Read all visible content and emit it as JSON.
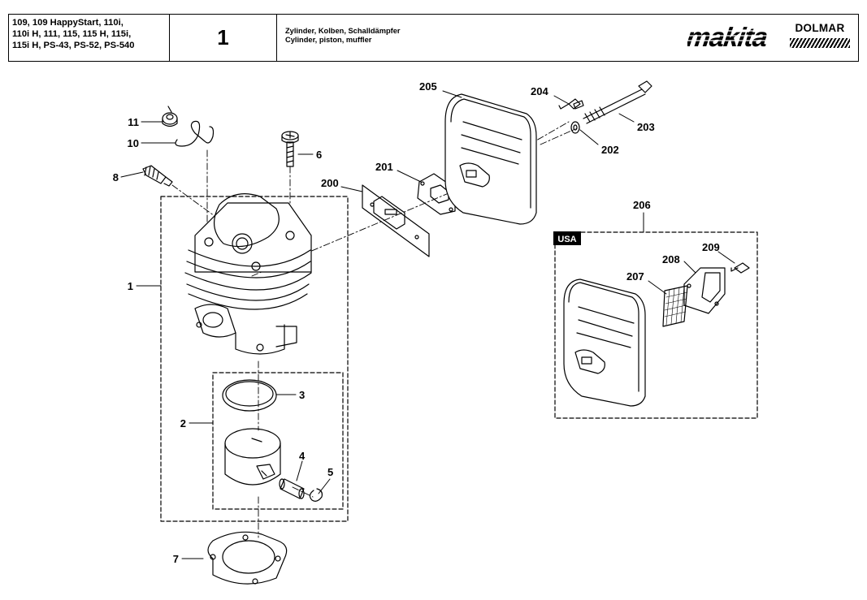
{
  "header": {
    "models": [
      "109, 109 HappyStart, 110i,",
      "110i H, 111, 115, 115 H, 115i,",
      "115i H, PS-43, PS-52, PS-540"
    ],
    "page_number": "1",
    "title_de": "Zylinder, Kolben, Schalldämpfer",
    "title_en": "Cylinder, piston, muffler",
    "brand_primary": "makita",
    "brand_secondary": "DOLMAR"
  },
  "diagram": {
    "variant_tag": "USA",
    "part_numbers": {
      "p1": "1",
      "p2": "2",
      "p3": "3",
      "p4": "4",
      "p5": "5",
      "p6": "6",
      "p7": "7",
      "p8": "8",
      "p10": "10",
      "p11": "11",
      "p200": "200",
      "p201": "201",
      "p202": "202",
      "p203": "203",
      "p204": "204",
      "p205": "205",
      "p206": "206",
      "p207": "207",
      "p208": "208",
      "p209": "209"
    }
  },
  "colors": {
    "ink": "#000000",
    "paper": "#ffffff",
    "tag_bg": "#000000"
  }
}
